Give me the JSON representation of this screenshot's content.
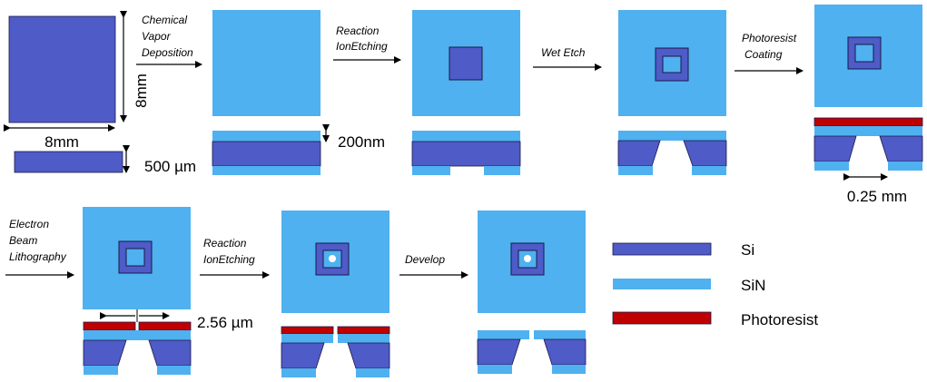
{
  "colors": {
    "si": "#4f5bc6",
    "sin": "#4fb1ef",
    "photoresist": "#c00000",
    "outline": "#1a1a4a",
    "text": "#000000"
  },
  "steps": {
    "cvd": [
      "Chemical",
      "Vapor",
      "Deposition"
    ],
    "rie1": [
      "Reaction",
      "IonEtching"
    ],
    "wet_etch": [
      "Wet Etch"
    ],
    "pr_coating": [
      "Photoresist",
      "Coating"
    ],
    "ebl": [
      "Electron",
      "Beam",
      "Lithography"
    ],
    "rie2": [
      "Reaction",
      "IonEtching"
    ],
    "develop": [
      "Develop"
    ]
  },
  "dimensions": {
    "width": "8mm",
    "height": "8mm",
    "thickness": "500 µm",
    "sin_thickness": "200nm",
    "window": "0.25 mm",
    "gap": "2.56 µm"
  },
  "legend": [
    {
      "label": "Si",
      "material": "si"
    },
    {
      "label": "SiN",
      "material": "sin"
    },
    {
      "label": "Photoresist",
      "material": "photoresist"
    }
  ]
}
